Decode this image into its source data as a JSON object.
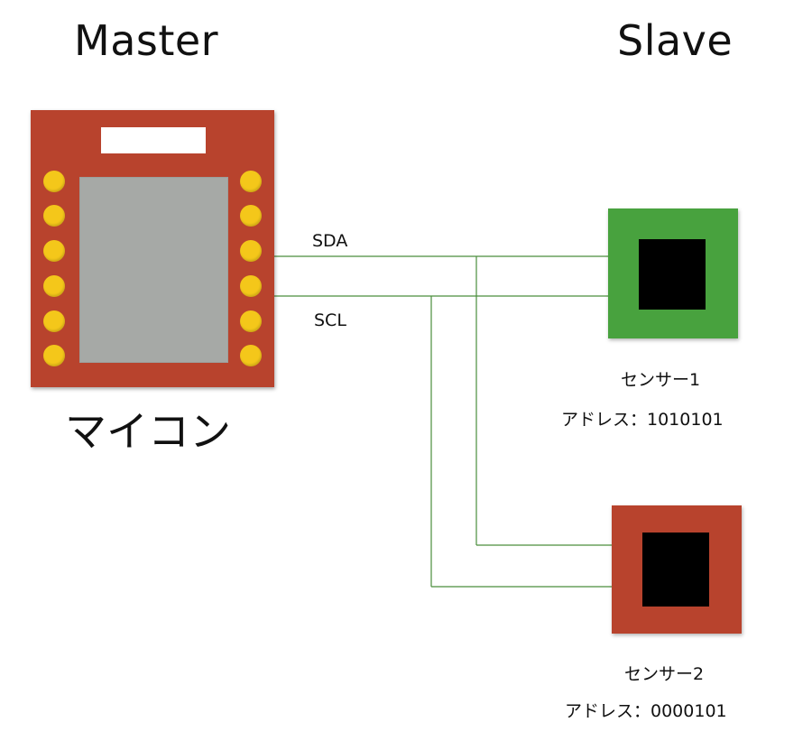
{
  "headings": {
    "master": "Master",
    "slave": "Slave"
  },
  "master_device": {
    "caption": "マイコン",
    "board_color": "#b8432d",
    "pin_color": "#f4c71a",
    "chip_color": "#a6a9a6"
  },
  "bus": {
    "sda_label": "SDA",
    "scl_label": "SCL",
    "wire_color": "#4a8e3c"
  },
  "sensors": [
    {
      "name": "センサー1",
      "address": "アドレス：1010101",
      "color": "#48a23e"
    },
    {
      "name": "センサー2",
      "address": "アドレス：0000101",
      "color": "#b8432d"
    }
  ]
}
